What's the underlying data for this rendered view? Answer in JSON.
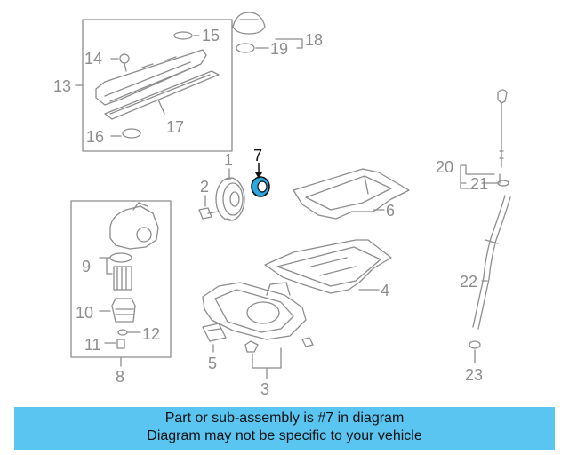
{
  "callouts": {
    "c1": "1",
    "c2": "2",
    "c3": "3",
    "c4": "4",
    "c5": "5",
    "c6": "6",
    "c7": "7",
    "c8": "8",
    "c9": "9",
    "c10": "10",
    "c11": "11",
    "c12": "12",
    "c13": "13",
    "c14": "14",
    "c15": "15",
    "c16": "16",
    "c17": "17",
    "c18": "18",
    "c19": "19",
    "c20": "20",
    "c21": "21",
    "c22": "22",
    "c23": "23"
  },
  "caption": {
    "line1": "Part or sub-assembly is #7 in diagram",
    "line2": "Diagram may not be specific to your vehicle"
  },
  "colors": {
    "highlight_part": "#2aa8e0",
    "caption_bg": "#5bc5f2",
    "line_gray": "#8c8c8c"
  }
}
